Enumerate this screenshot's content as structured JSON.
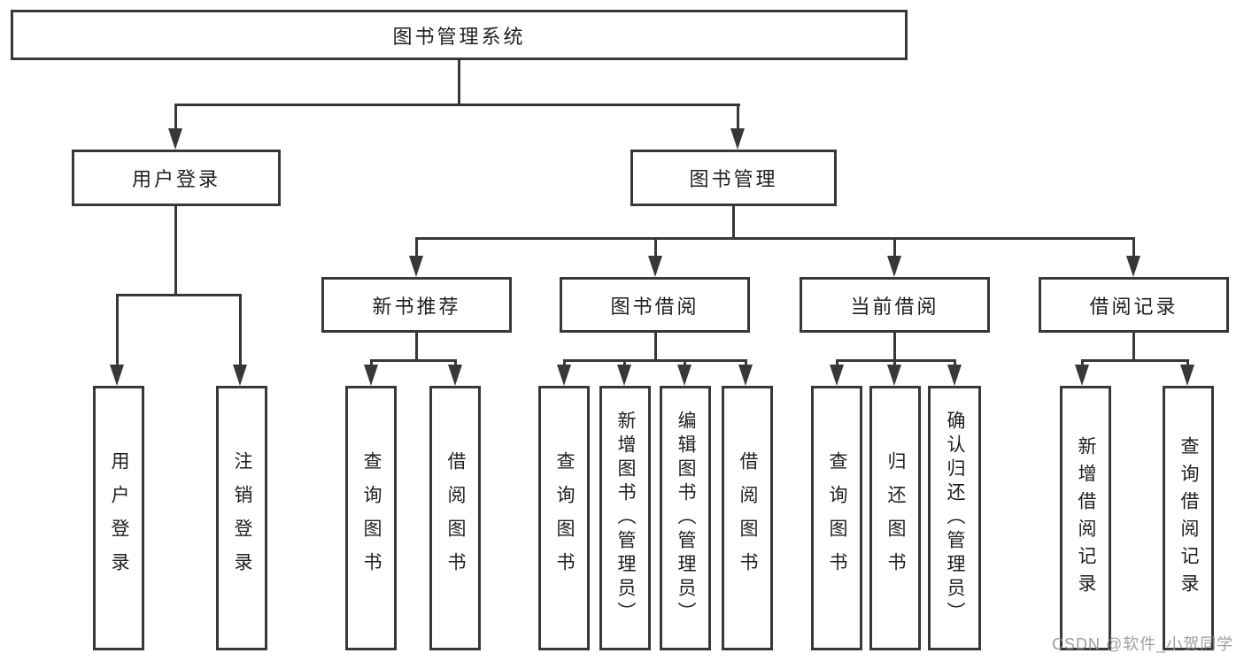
{
  "colors": {
    "line": "#383838",
    "node_border": "#383838",
    "node_background": "#ffffff",
    "text": "#1f1f1f",
    "watermark": "#8f8f8f"
  },
  "diagram": {
    "type": "hierarchy-tree",
    "root": {
      "label": "图书管理系统"
    },
    "level2": [
      {
        "label": "用户登录"
      },
      {
        "label": "图书管理"
      }
    ],
    "level3": [
      {
        "label": "新书推荐",
        "parent": "图书管理"
      },
      {
        "label": "图书借阅",
        "parent": "图书管理"
      },
      {
        "label": "当前借阅",
        "parent": "图书管理"
      },
      {
        "label": "借阅记录",
        "parent": "图书管理"
      }
    ],
    "leaves": [
      {
        "label": "用户登录",
        "parent": "用户登录"
      },
      {
        "label": "注销登录",
        "parent": "用户登录"
      },
      {
        "label": "查询图书",
        "parent": "新书推荐"
      },
      {
        "label": "借阅图书",
        "parent": "新书推荐"
      },
      {
        "label": "查询图书",
        "parent": "图书借阅"
      },
      {
        "label": "新增图书（管理员）",
        "parent": "图书借阅"
      },
      {
        "label": "编辑图书（管理员）",
        "parent": "图书借阅"
      },
      {
        "label": "借阅图书",
        "parent": "图书借阅"
      },
      {
        "label": "查询图书",
        "parent": "当前借阅"
      },
      {
        "label": "归还图书",
        "parent": "当前借阅"
      },
      {
        "label": "确认归还（管理员）",
        "parent": "当前借阅"
      },
      {
        "label": "新增借阅记录",
        "parent": "借阅记录"
      },
      {
        "label": "查询借阅记录",
        "parent": "借阅记录"
      }
    ]
  },
  "watermark": {
    "text": "CSDN @软件_小贺同学"
  }
}
